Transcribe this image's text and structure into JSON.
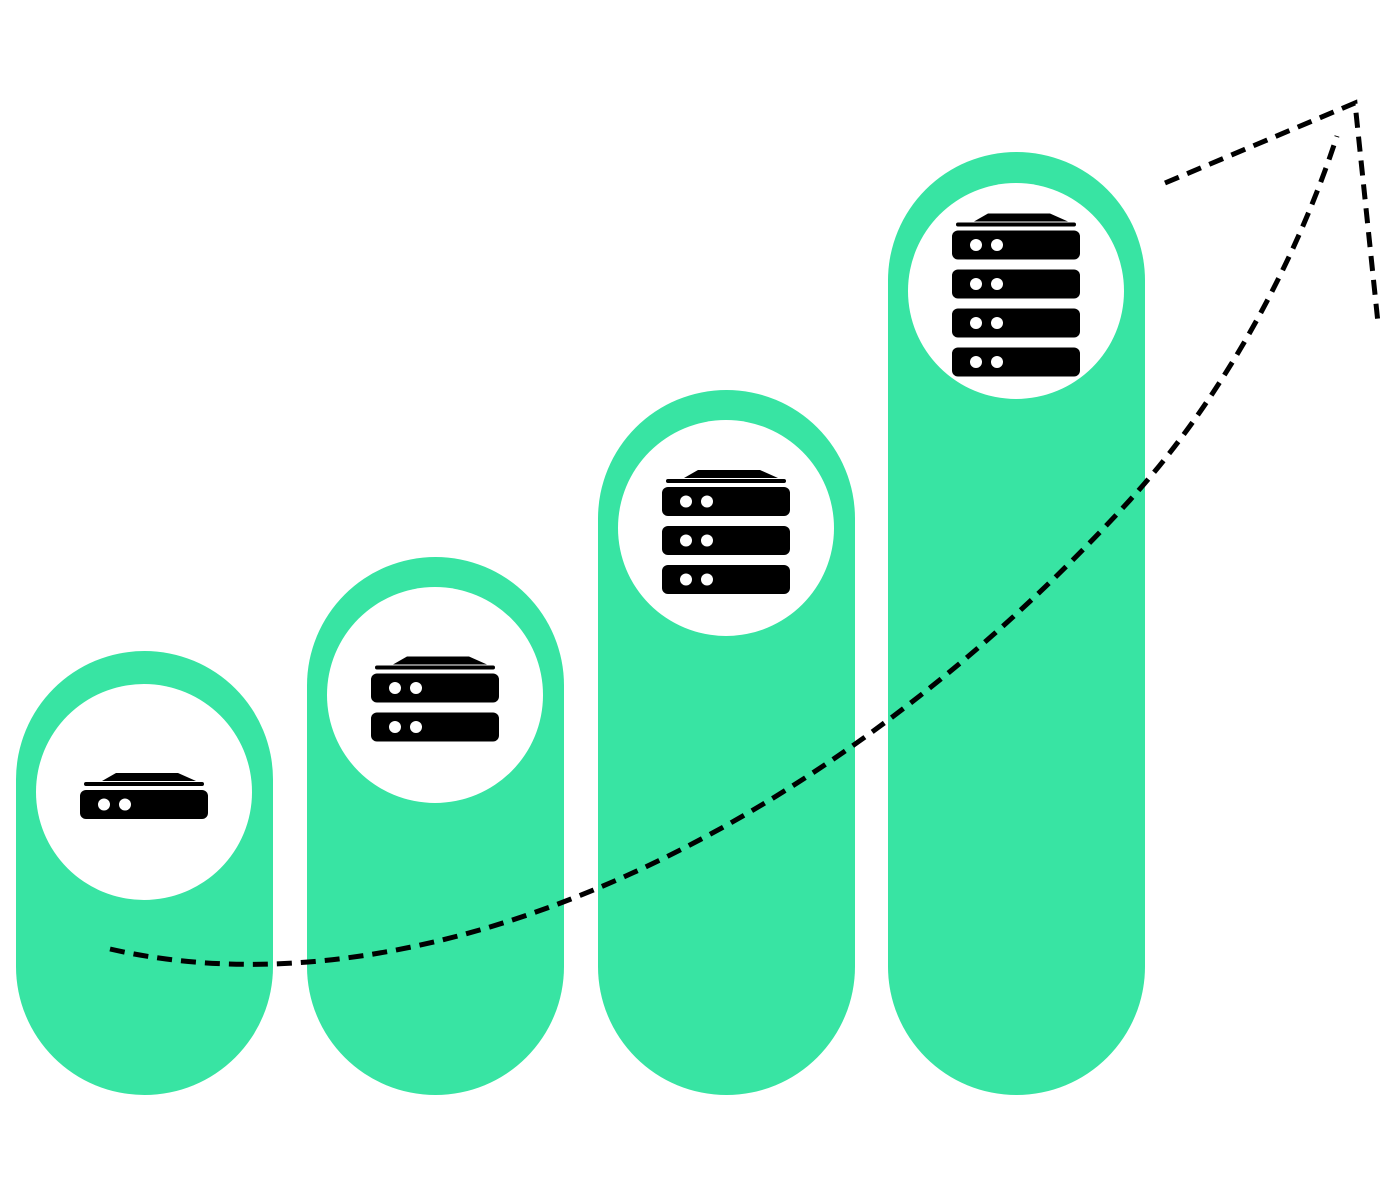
{
  "colors": {
    "background": "#ffffff",
    "pill": "#38E4A3",
    "circle": "#ffffff",
    "icon": "#000000",
    "icon_dot": "#ffffff",
    "arrow": "#000000"
  },
  "diagram": {
    "type": "growth-illustration",
    "icon_name": "server-stack-icon",
    "steps": [
      {
        "name": "step-1",
        "server_units": 1
      },
      {
        "name": "step-2",
        "server_units": 2
      },
      {
        "name": "step-3",
        "server_units": 3
      },
      {
        "name": "step-4",
        "server_units": 4
      }
    ],
    "arrow": {
      "style": "dashed",
      "direction": "up-right",
      "icon_name": "trend-arrow-icon"
    }
  }
}
